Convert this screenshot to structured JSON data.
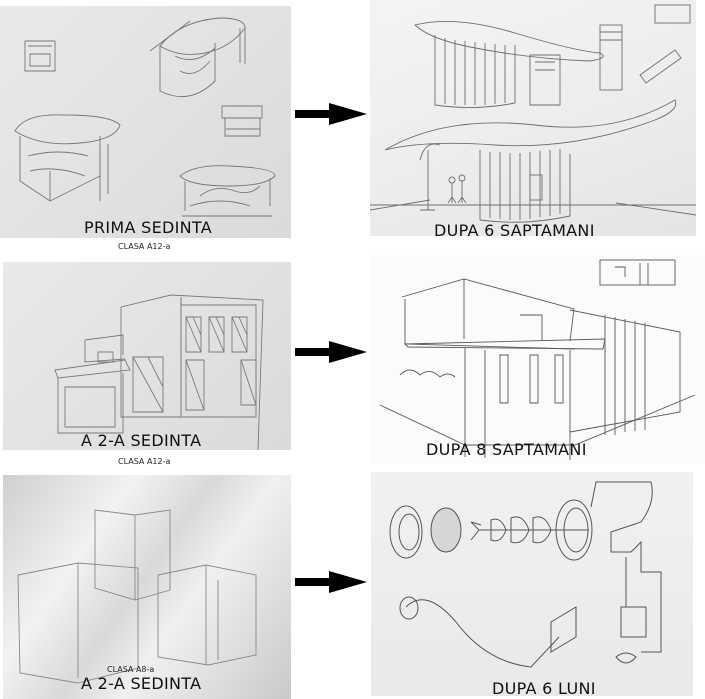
{
  "rows": [
    {
      "before": {
        "caption": "PRIMA SEDINTA",
        "class_label": "CLASA A12-a",
        "subject": "organic pavilion sketches"
      },
      "after": {
        "caption": "DUPA 6 SAPTAMANI",
        "subject": "curved-roof pavilion perspective"
      },
      "arrow": "right-arrow-icon"
    },
    {
      "before": {
        "caption": "A 2-A SEDINTA",
        "class_label": "CLASA A12-a",
        "subject": "box house sketch"
      },
      "after": {
        "caption": "DUPA 8 SAPTAMANI",
        "subject": "modern house two-point perspective"
      },
      "arrow": "right-arrow-icon"
    },
    {
      "before": {
        "caption": "A 2-A SEDINTA",
        "class_label": "CLASA A8-a",
        "subject": "cube perspective sketches"
      },
      "after": {
        "caption": "DUPA 6 LUNI",
        "subject": "meat grinder exploded drawing"
      },
      "arrow": "right-arrow-icon"
    }
  ],
  "colors": {
    "caption_text": "#111111",
    "arrow": "#000000",
    "pencil": "#6e6e6e"
  }
}
